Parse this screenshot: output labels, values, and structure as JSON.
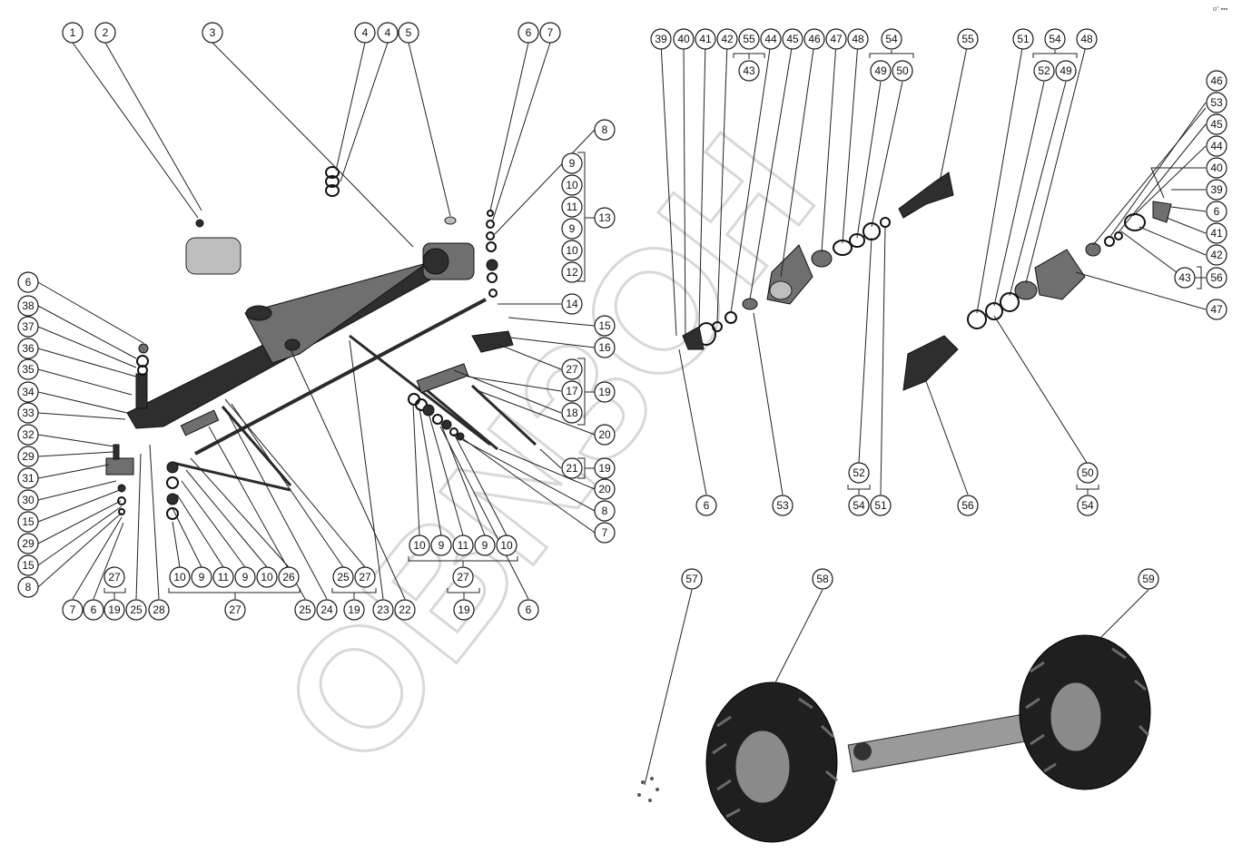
{
  "watermark": "OBN3OH",
  "corner_mark": "o° ▪▪▪",
  "colors": {
    "ink": "#111111",
    "part": "#2e2e2e",
    "watermark": "#cfcfcf"
  },
  "callouts": [
    {
      "id": "c1",
      "label": "1"
    },
    {
      "id": "c2",
      "label": "2"
    },
    {
      "id": "c3",
      "label": "3"
    },
    {
      "id": "c4a",
      "label": "4"
    },
    {
      "id": "c4b",
      "label": "4"
    },
    {
      "id": "c5",
      "label": "5"
    },
    {
      "id": "c6a",
      "label": "6"
    },
    {
      "id": "c7a",
      "label": "7"
    },
    {
      "id": "c8a",
      "label": "8"
    },
    {
      "id": "c9a",
      "label": "9"
    },
    {
      "id": "c10a",
      "label": "10"
    },
    {
      "id": "c11a",
      "label": "11"
    },
    {
      "id": "c9b",
      "label": "9"
    },
    {
      "id": "c10b",
      "label": "10"
    },
    {
      "id": "c12",
      "label": "12"
    },
    {
      "id": "c13",
      "label": "13"
    },
    {
      "id": "c14",
      "label": "14"
    },
    {
      "id": "c15a",
      "label": "15"
    },
    {
      "id": "c16",
      "label": "16"
    },
    {
      "id": "c27a",
      "label": "27"
    },
    {
      "id": "c17",
      "label": "17"
    },
    {
      "id": "c18",
      "label": "18"
    },
    {
      "id": "c19a",
      "label": "19"
    },
    {
      "id": "c20a",
      "label": "20"
    },
    {
      "id": "c21",
      "label": "21"
    },
    {
      "id": "c19b",
      "label": "19"
    },
    {
      "id": "c20b",
      "label": "20"
    },
    {
      "id": "c8b",
      "label": "8"
    },
    {
      "id": "c7b",
      "label": "7"
    },
    {
      "id": "c6b",
      "label": "6"
    },
    {
      "id": "c38",
      "label": "38"
    },
    {
      "id": "c37",
      "label": "37"
    },
    {
      "id": "c36",
      "label": "36"
    },
    {
      "id": "c35",
      "label": "35"
    },
    {
      "id": "c34",
      "label": "34"
    },
    {
      "id": "c33",
      "label": "33"
    },
    {
      "id": "c32",
      "label": "32"
    },
    {
      "id": "c29a",
      "label": "29"
    },
    {
      "id": "c31",
      "label": "31"
    },
    {
      "id": "c30",
      "label": "30"
    },
    {
      "id": "c15b",
      "label": "15"
    },
    {
      "id": "c29b",
      "label": "29"
    },
    {
      "id": "c15c",
      "label": "15"
    },
    {
      "id": "c8c",
      "label": "8"
    },
    {
      "id": "c7c",
      "label": "7"
    },
    {
      "id": "c6c",
      "label": "6"
    },
    {
      "id": "c19c",
      "label": "19"
    },
    {
      "id": "c27b",
      "label": "27"
    },
    {
      "id": "c25a",
      "label": "25"
    },
    {
      "id": "c28",
      "label": "28"
    },
    {
      "id": "c10c",
      "label": "10"
    },
    {
      "id": "c9c",
      "label": "9"
    },
    {
      "id": "c11b",
      "label": "11"
    },
    {
      "id": "c9d",
      "label": "9"
    },
    {
      "id": "c10d",
      "label": "10"
    },
    {
      "id": "c26",
      "label": "26"
    },
    {
      "id": "c27c",
      "label": "27"
    },
    {
      "id": "c25b",
      "label": "25"
    },
    {
      "id": "c24",
      "label": "24"
    },
    {
      "id": "c25c",
      "label": "25"
    },
    {
      "id": "c27d",
      "label": "27"
    },
    {
      "id": "c19d",
      "label": "19"
    },
    {
      "id": "c23",
      "label": "23"
    },
    {
      "id": "c22",
      "label": "22"
    },
    {
      "id": "c10e",
      "label": "10"
    },
    {
      "id": "c9e",
      "label": "9"
    },
    {
      "id": "c11c",
      "label": "11"
    },
    {
      "id": "c9f",
      "label": "9"
    },
    {
      "id": "c10f",
      "label": "10"
    },
    {
      "id": "c27e",
      "label": "27"
    },
    {
      "id": "c19e",
      "label": "19"
    },
    {
      "id": "c6d",
      "label": "6"
    },
    {
      "id": "c39a",
      "label": "39"
    },
    {
      "id": "c40a",
      "label": "40"
    },
    {
      "id": "c41a",
      "label": "41"
    },
    {
      "id": "c42a",
      "label": "42"
    },
    {
      "id": "c55a",
      "label": "55"
    },
    {
      "id": "c43a",
      "label": "43"
    },
    {
      "id": "c44a",
      "label": "44"
    },
    {
      "id": "c45a",
      "label": "45"
    },
    {
      "id": "c46a",
      "label": "46"
    },
    {
      "id": "c47a",
      "label": "47"
    },
    {
      "id": "c48a",
      "label": "48"
    },
    {
      "id": "c54a",
      "label": "54"
    },
    {
      "id": "c49a",
      "label": "49"
    },
    {
      "id": "c50a",
      "label": "50"
    },
    {
      "id": "c55b",
      "label": "55"
    },
    {
      "id": "c6e",
      "label": "6"
    },
    {
      "id": "c53a",
      "label": "53"
    },
    {
      "id": "c52a",
      "label": "52"
    },
    {
      "id": "c54b",
      "label": "54"
    },
    {
      "id": "c51a",
      "label": "51"
    },
    {
      "id": "c51b",
      "label": "51"
    },
    {
      "id": "c54c",
      "label": "54"
    },
    {
      "id": "c48b",
      "label": "48"
    },
    {
      "id": "c52b",
      "label": "52"
    },
    {
      "id": "c49b",
      "label": "49"
    },
    {
      "id": "c46b",
      "label": "46"
    },
    {
      "id": "c53b",
      "label": "53"
    },
    {
      "id": "c45b",
      "label": "45"
    },
    {
      "id": "c44b",
      "label": "44"
    },
    {
      "id": "c40b",
      "label": "40"
    },
    {
      "id": "c39b",
      "label": "39"
    },
    {
      "id": "c6f",
      "label": "6"
    },
    {
      "id": "c41b",
      "label": "41"
    },
    {
      "id": "c42b",
      "label": "42"
    },
    {
      "id": "c43b",
      "label": "43"
    },
    {
      "id": "c56a",
      "label": "56"
    },
    {
      "id": "c47b",
      "label": "47"
    },
    {
      "id": "c56b",
      "label": "56"
    },
    {
      "id": "c50b",
      "label": "50"
    },
    {
      "id": "c54d",
      "label": "54"
    },
    {
      "id": "c57",
      "label": "57"
    },
    {
      "id": "c58",
      "label": "58"
    },
    {
      "id": "c59",
      "label": "59"
    }
  ]
}
